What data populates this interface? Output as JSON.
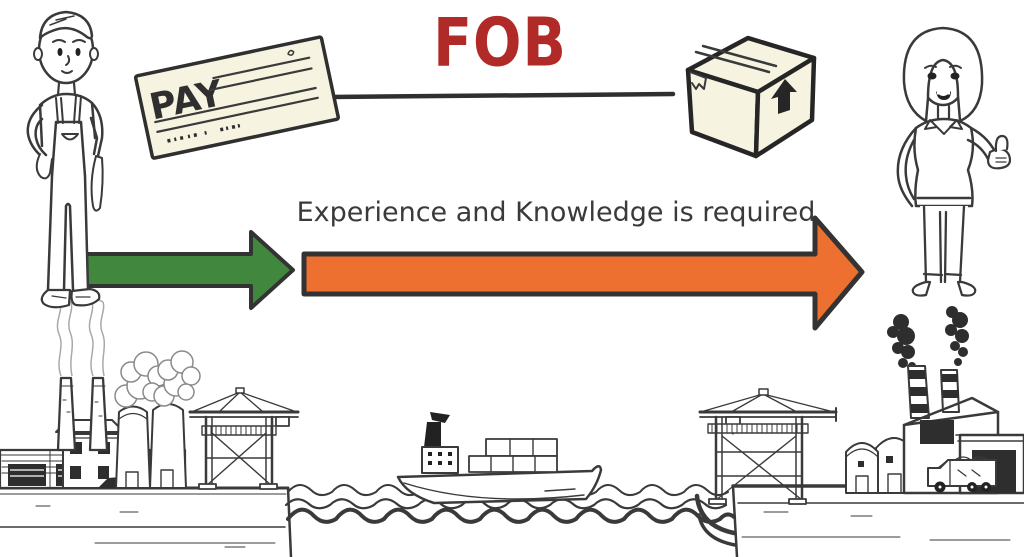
{
  "scene": {
    "title": "FOB",
    "caption": "Experience and Knowledge is required",
    "check_label": "PAY"
  },
  "colors": {
    "title_red": "#b02a28",
    "arrow_green": "#41883e",
    "arrow_orange": "#ee7030",
    "paper_cream": "#f6f4e1",
    "ink_dark": "#2f2f2f"
  },
  "icons": {
    "payment_check": "payment-check-icon",
    "package_box": "package-box-icon",
    "green_arrow": "green-arrow-icon",
    "orange_arrow": "orange-arrow-icon",
    "seller": "seller-character",
    "buyer": "buyer-character",
    "factory_left": "factory-left-icon",
    "crane_left": "port-crane-left-icon",
    "cargo_ship": "cargo-ship-icon",
    "water": "water-waves-icon",
    "crane_right": "port-crane-right-icon",
    "factory_right": "factory-right-icon",
    "truck": "truck-icon"
  }
}
